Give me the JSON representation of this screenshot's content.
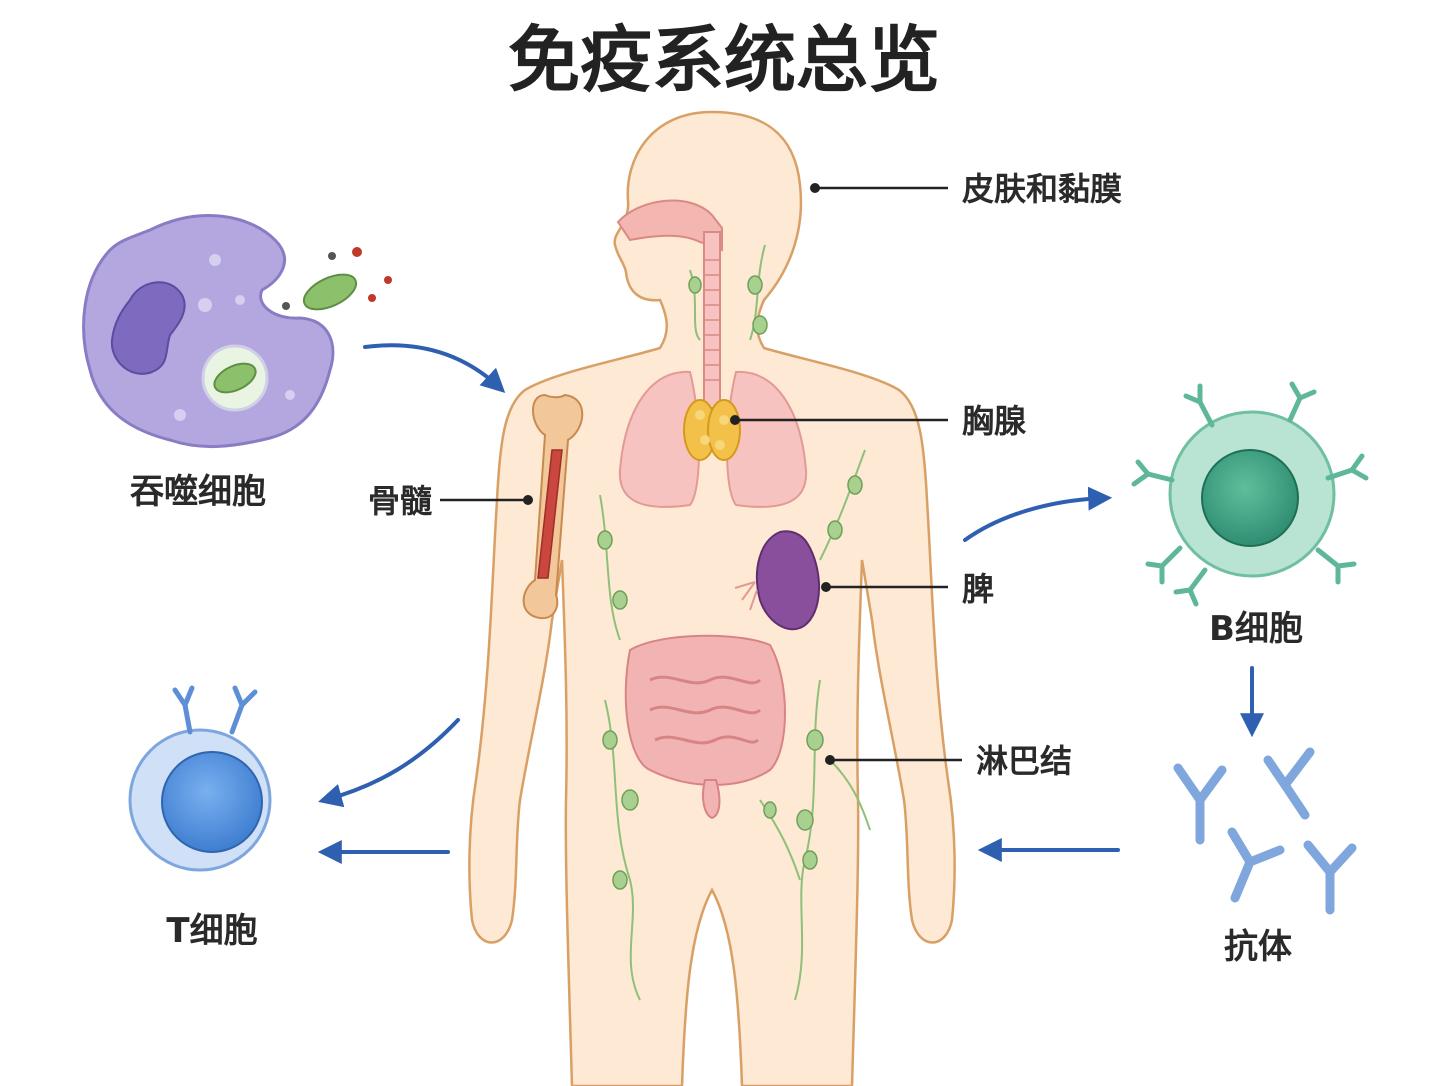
{
  "title": "免疫系统总览",
  "labels": {
    "phagocyte": "吞噬细胞",
    "bone_marrow": "骨髓",
    "t_cell": "T细胞",
    "skin_mucosa": "皮肤和黏膜",
    "thymus": "胸腺",
    "spleen": "脾",
    "lymph_nodes": "淋巴结",
    "b_cell": "B细胞",
    "antibody": "抗体"
  },
  "colors": {
    "body_fill": "#fde9d4",
    "body_stroke": "#d9a066",
    "phagocyte": "#b4a7e0",
    "t_cell": "#8db4ea",
    "b_cell": "#a6dcc6",
    "antibody": "#7fa6dd",
    "arrow": "#2f5fb0",
    "lymph": "#8fc07a",
    "thymus": "#f3c04a",
    "spleen": "#8a4f9c",
    "lungs": "#f6c3c0",
    "intestine": "#f2b3b3",
    "bone": "#f2c79a",
    "marrow": "#c9473e"
  }
}
